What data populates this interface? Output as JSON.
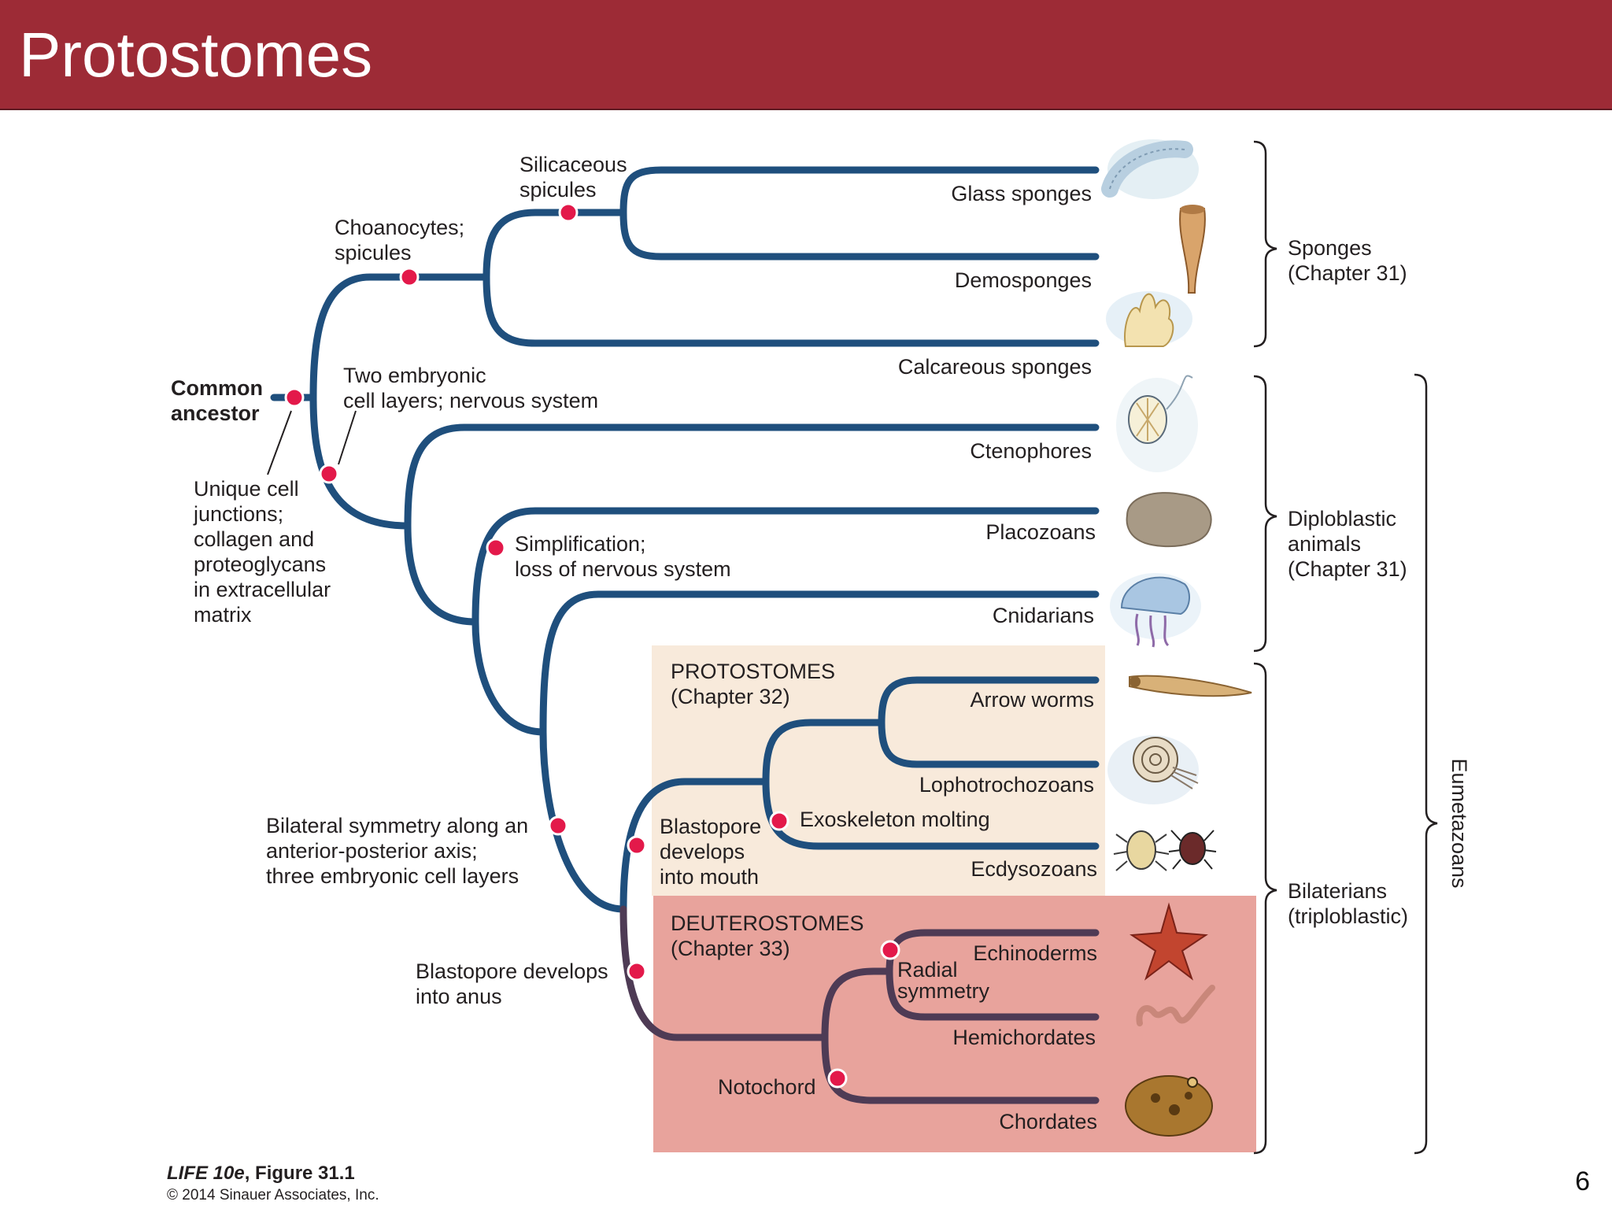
{
  "slide": {
    "title": "Protostomes",
    "page_number": "6"
  },
  "figure": {
    "caption_book": "LIFE 10e",
    "caption_fig": ", Figure 31.1",
    "copyright": "© 2014 Sinauer Associates, Inc."
  },
  "taxa": {
    "glass_sponges": "Glass sponges",
    "demosponges": "Demosponges",
    "calcareous_sponges": "Calcareous sponges",
    "ctenophores": "Ctenophores",
    "placozoans": "Placozoans",
    "cnidarians": "Cnidarians",
    "arrow_worms": "Arrow worms",
    "lophotrochozoans": "Lophotrochozoans",
    "ecdysozoans": "Ecdysozoans",
    "echinoderms": "Echinoderms",
    "hemichordates": "Hemichordates",
    "chordates": "Chordates"
  },
  "traits": {
    "common_ancestor": [
      "Common",
      "ancestor"
    ],
    "choanocytes": [
      "Choanocytes;",
      "spicules"
    ],
    "silicaceous": [
      "Silicaceous",
      "spicules"
    ],
    "two_layers": [
      "Two embryonic",
      "cell layers; nervous system"
    ],
    "unique_cell": [
      "Unique cell",
      "junctions;",
      "collagen and",
      "proteoglycans",
      "in extracellular",
      "matrix"
    ],
    "simplification": [
      "Simplification;",
      "loss of nervous system"
    ],
    "bilateral": [
      "Bilateral symmetry along an",
      "anterior-posterior axis;",
      "three embryonic cell layers"
    ],
    "blastopore_mouth": [
      "Blastopore",
      "develops",
      "into mouth"
    ],
    "exoskeleton": "Exoskeleton molting",
    "blastopore_anus": [
      "Blastopore develops",
      "into anus"
    ],
    "radial": [
      "Radial",
      "symmetry"
    ],
    "notochord": "Notochord"
  },
  "groups": {
    "protostomes": [
      "PROTOSTOMES",
      "(Chapter 32)"
    ],
    "deuterostomes": [
      "DEUTEROSTOMES",
      "(Chapter 33)"
    ],
    "sponges": [
      "Sponges",
      "(Chapter 31)"
    ],
    "diploblastic": [
      "Diploblastic",
      "animals",
      "(Chapter 31)"
    ],
    "bilaterians": [
      "Bilaterians",
      "(triploblastic)"
    ],
    "eumetazoans": "Eumetazoans"
  },
  "colors": {
    "header": "#9d2b36",
    "branch": "#1f4f7d",
    "deutero_branch": "#4e3b55",
    "trait_dot": "#e3194a",
    "protostome_box": "#f8eadb",
    "deuterostome_box": "#e8a39c"
  },
  "icons": [
    "glass-sponge-icon",
    "demosponge-icon",
    "calcareous-sponge-icon",
    "ctenophore-icon",
    "placozoan-icon",
    "jellyfish-icon",
    "arrow-worm-icon",
    "nautilus-icon",
    "beetle-spider-icon",
    "starfish-icon",
    "acorn-worm-icon",
    "frog-icon"
  ]
}
